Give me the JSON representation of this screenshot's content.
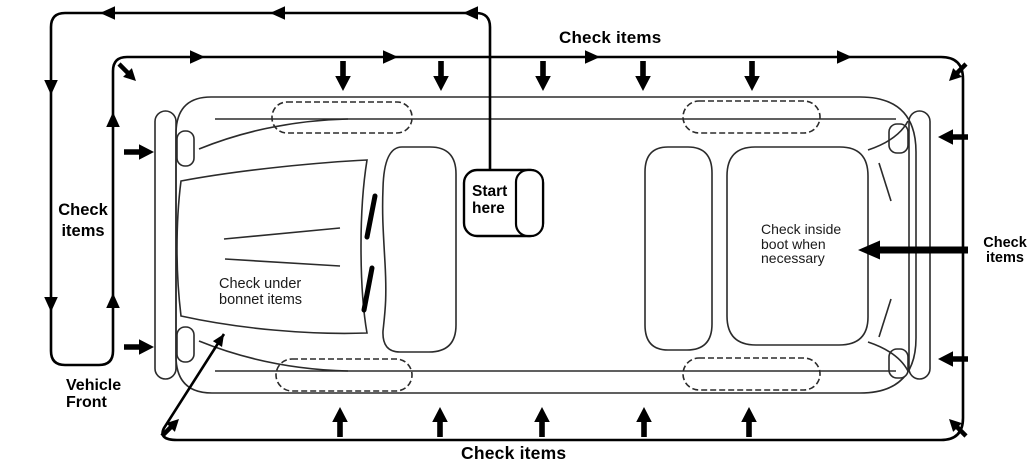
{
  "diagram": {
    "type": "vehicle-walkaround-check",
    "colors": {
      "ink": "#000000",
      "car_line": "#2b2b2b",
      "background": "#ffffff"
    }
  },
  "labels": {
    "check_items_top": "Check items",
    "check_items_bottom": "Check items",
    "check_items_left": {
      "line1": "Check",
      "line2": "items"
    },
    "check_items_right": {
      "line1": "Check",
      "line2": "items"
    },
    "vehicle_front": {
      "line1": "Vehicle",
      "line2": "Front"
    },
    "start_here": {
      "line1": "Start",
      "line2": "here"
    },
    "check_under_bonnet": {
      "line1": "Check under",
      "line2": "bonnet items"
    },
    "check_inside_boot": {
      "line1": "Check inside",
      "line2": "boot when",
      "line3": "necessary"
    }
  }
}
